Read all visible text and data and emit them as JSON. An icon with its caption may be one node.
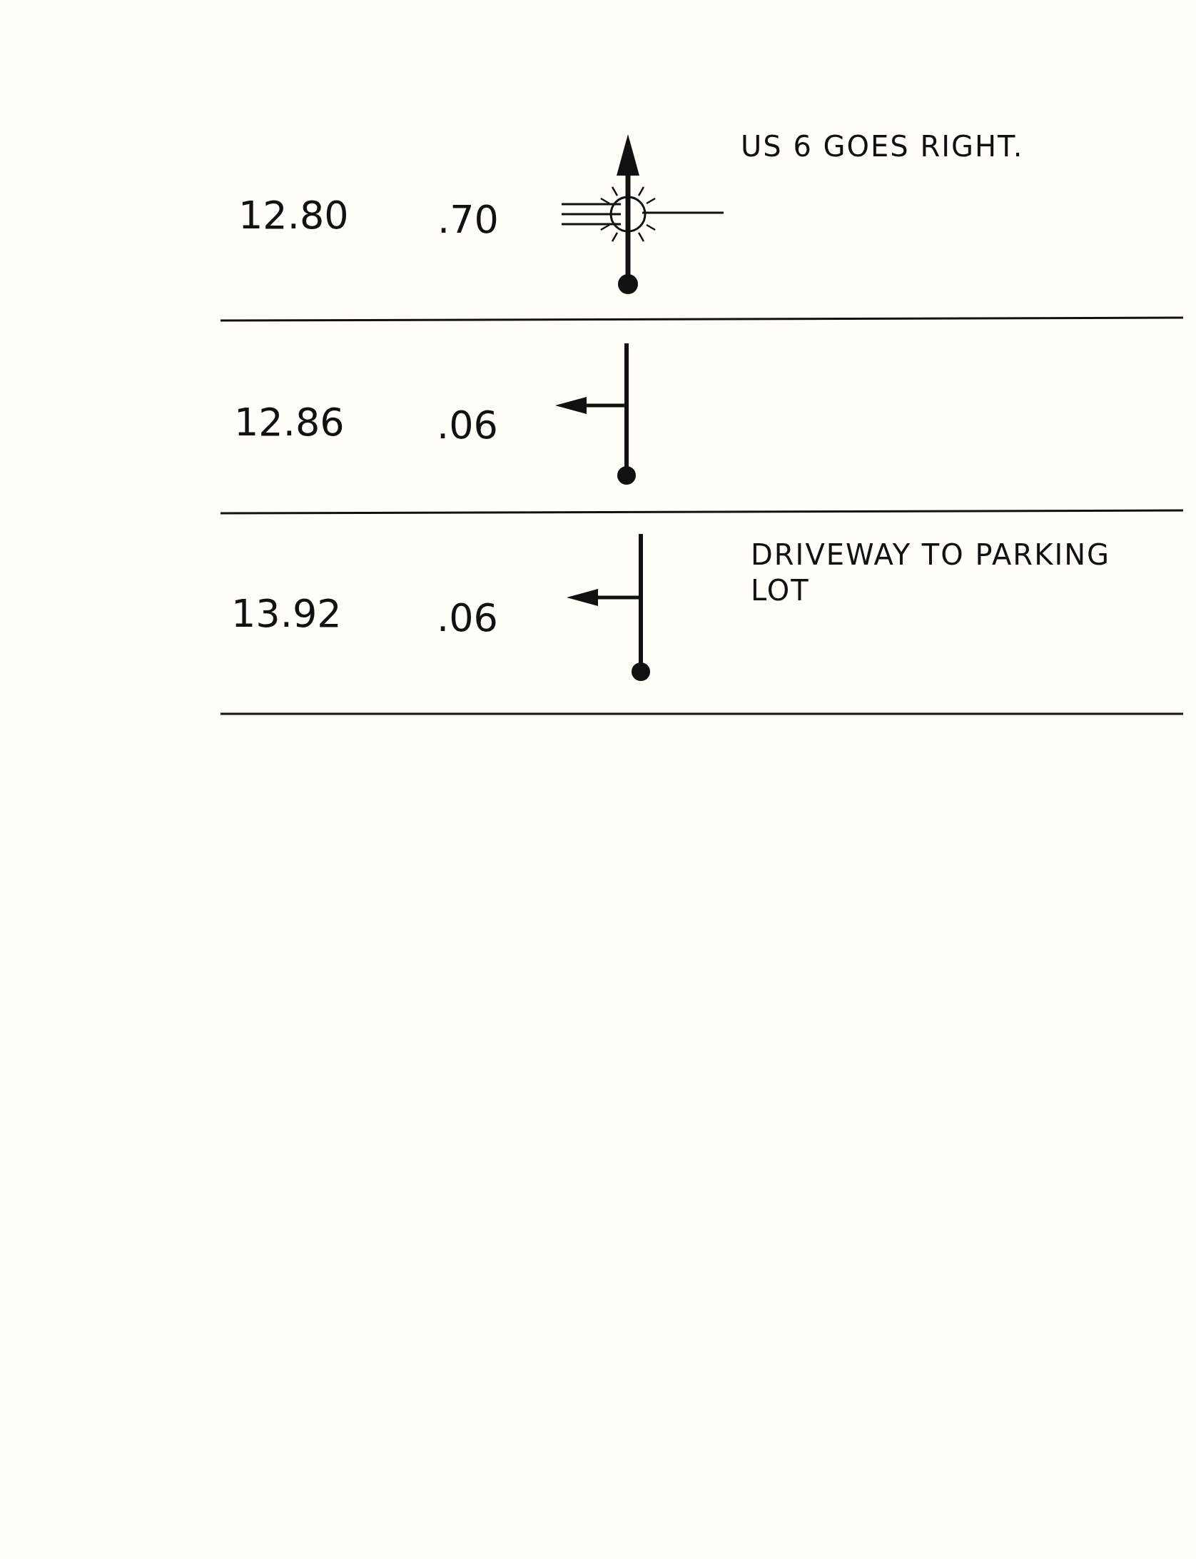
{
  "diagram": {
    "labels": [
      "12.80",
      ".70",
      "US 6 GOES RIGHT.",
      "12.86",
      ".06",
      "13.92",
      ".06",
      "DRIVEWAY TO PARKING LOT"
    ]
  }
}
